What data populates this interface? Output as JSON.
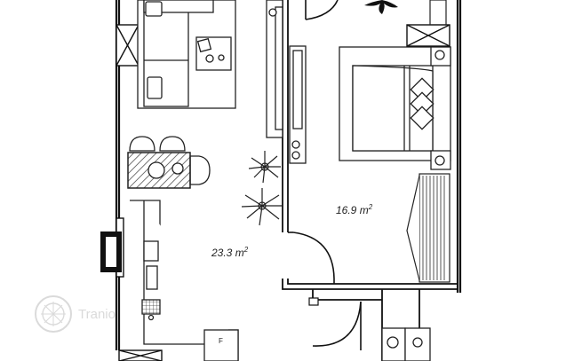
{
  "rooms": [
    {
      "id": "living-kitchen",
      "area": "23.3",
      "unit": "m",
      "power": "2"
    },
    {
      "id": "bedroom",
      "area": "16.9",
      "unit": "m",
      "power": "2"
    }
  ],
  "appliances": {
    "fridge_label": "F"
  },
  "watermark": {
    "text": "Tranio"
  },
  "colors": {
    "wall": "#111111",
    "line": "#222222",
    "hatch": "#333333"
  }
}
